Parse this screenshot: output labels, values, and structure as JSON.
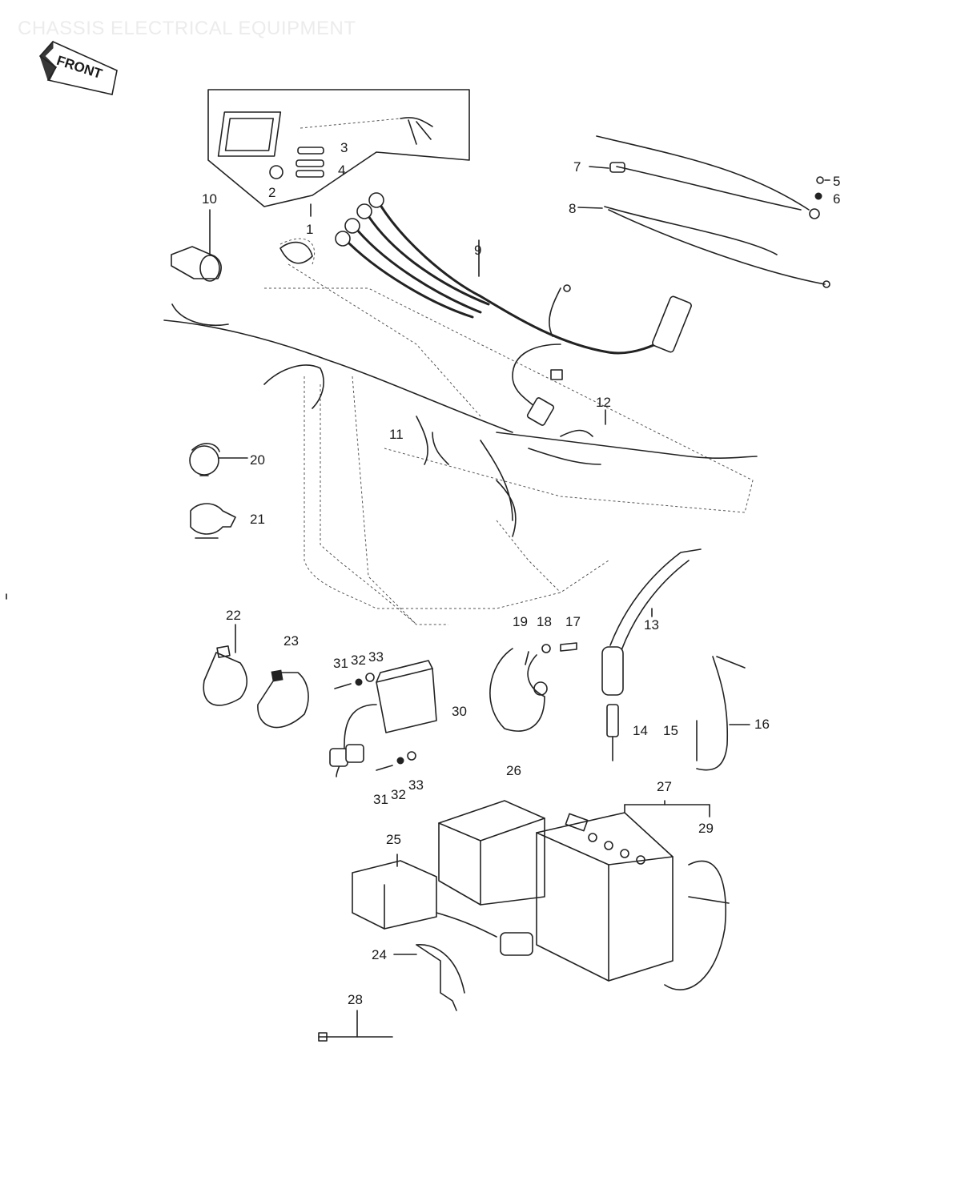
{
  "page": {
    "title": "CHASSIS ELECTRICAL EQUIPMENT"
  },
  "front_arrow": {
    "label": "FRONT"
  },
  "callouts": {
    "c1": "1",
    "c2": "2",
    "c3": "3",
    "c4": "4",
    "c5": "5",
    "c6": "6",
    "c7": "7",
    "c8": "8",
    "c9": "9",
    "c10": "10",
    "c11": "11",
    "c12": "12",
    "c13": "13",
    "c14": "14",
    "c15": "15",
    "c16": "16",
    "c17": "17",
    "c18": "18",
    "c19": "19",
    "c20": "20",
    "c21": "21",
    "c22": "22",
    "c23": "23",
    "c24": "24",
    "c25": "25",
    "c26": "26",
    "c27": "27",
    "c28": "28",
    "c29": "29",
    "c30": "30",
    "c31a": "31",
    "c32a": "32",
    "c33a": "33",
    "c31b": "31",
    "c32b": "32",
    "c33b": "33"
  },
  "colors": {
    "ink": "#222222",
    "title_faded": "#ececec",
    "paper": "#ffffff"
  }
}
